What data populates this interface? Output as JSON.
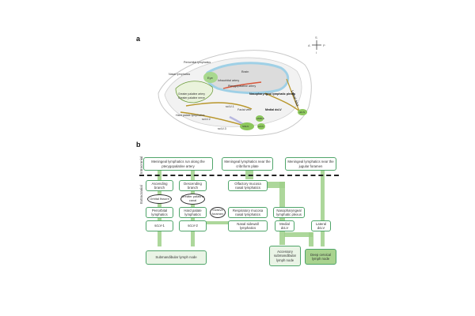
{
  "panels": {
    "a": {
      "label": "a",
      "compass": {
        "up": "S",
        "down": "I",
        "left": "A",
        "right": "P"
      },
      "regions": [
        "Eye",
        "Brain"
      ],
      "annotations": [
        "Periorbital lymphatics",
        "Nasal lymphatics",
        "Infraorbital artery",
        "Pterygopalatine artery",
        "Greater palatine artery",
        "Greater palatine nerve",
        "Nasopharyngeal lymphatic plexus",
        "Lateral dcLV",
        "Medial dcLV",
        "Hard palate lymphatics",
        "scLV-1",
        "scLV-2",
        "scLV-3",
        "Facial vein",
        "dcLN",
        "aSMLN",
        "SMLN",
        "scLN"
      ]
    },
    "b": {
      "label": "b",
      "section_labels": {
        "intracranial": "Intracranial",
        "extracranial": "Extracranial"
      },
      "intracranial_boxes": [
        "Meningeal lymphatics run along the pterygopalatine artery",
        "Meningeal lymphatics near the cribriform plate",
        "Meningeal lymphatics near the jugular foramen"
      ],
      "boxes": {
        "ascending": "Ascending branch",
        "descending": "Descending branch",
        "olfactory": "Olfactory mucosa nasal lymphatics",
        "periorbital": "Periorbital lymphatics",
        "hard_palate": "Hard palate lymphatics",
        "respiratory": "Respiratory mucosa nasal lymphatics",
        "nasopharyngeal": "Nasopharyngeal lymphatic plexus",
        "sclv1": "scLV-1",
        "sclv2": "scLV-2",
        "sidewall": "Nasal sidewall lymphatics",
        "medial": "Medial dcLV",
        "lateral": "Lateral dcLV",
        "submandibular": "Submandibular lymph node",
        "accessory": "Accessory submandibular lymph node",
        "deep_cervical": "Deep cervical lymph node"
      },
      "ovals": {
        "orbital": "Orbital fissure",
        "greater_palatine": "Greater palatine canal",
        "incisive": "Incisive foramen"
      }
    }
  }
}
